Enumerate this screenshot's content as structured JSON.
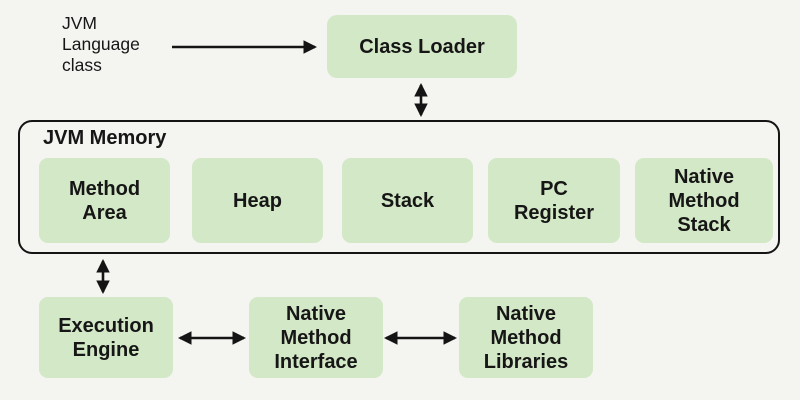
{
  "colors": {
    "background": "#f4f4f1",
    "box_fill": "#d3e8c6",
    "text": "#161616",
    "line": "#141414"
  },
  "diagram": {
    "source_label": "JVM\nLanguage\nclass",
    "class_loader": {
      "label": "Class Loader"
    },
    "jvm_memory": {
      "title": "JVM Memory",
      "boxes": [
        {
          "label": "Method\nArea"
        },
        {
          "label": "Heap"
        },
        {
          "label": "Stack"
        },
        {
          "label": "PC\nRegister"
        },
        {
          "label": "Native\nMethod\nStack"
        }
      ]
    },
    "bottom_row": [
      {
        "label": "Execution\nEngine"
      },
      {
        "label": "Native\nMethod\nInterface"
      },
      {
        "label": "Native\nMethod\nLibraries"
      }
    ]
  }
}
